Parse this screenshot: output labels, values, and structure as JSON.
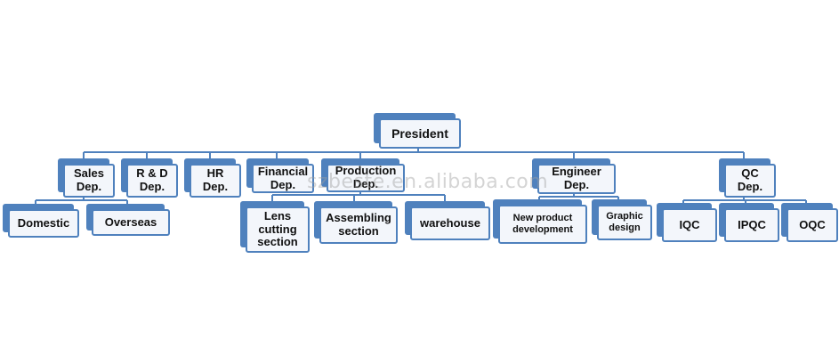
{
  "watermark": "szbeste.en.alibaba.com",
  "colors": {
    "accent": "#4f81bd",
    "box_fill": "#f3f6fb",
    "text": "#111111"
  },
  "nodes": {
    "president": "President",
    "sales": "Sales\nDep.",
    "rd": "R & D\nDep.",
    "hr": "HR\nDep.",
    "financial": "Financial\nDep.",
    "production": "Production\nDep.",
    "engineer": "Engineer\nDep.",
    "qc": "QC\nDep.",
    "domestic": "Domestic",
    "overseas": "Overseas",
    "lens": "Lens\ncutting\nsection",
    "assembling": "Assembling\nsection",
    "warehouse": "warehouse",
    "newproduct": "New product\ndevelopment",
    "graphic": "Graphic\ndesign",
    "iqc": "IQC",
    "ipqc": "IPQC",
    "oqc": "OQC"
  }
}
